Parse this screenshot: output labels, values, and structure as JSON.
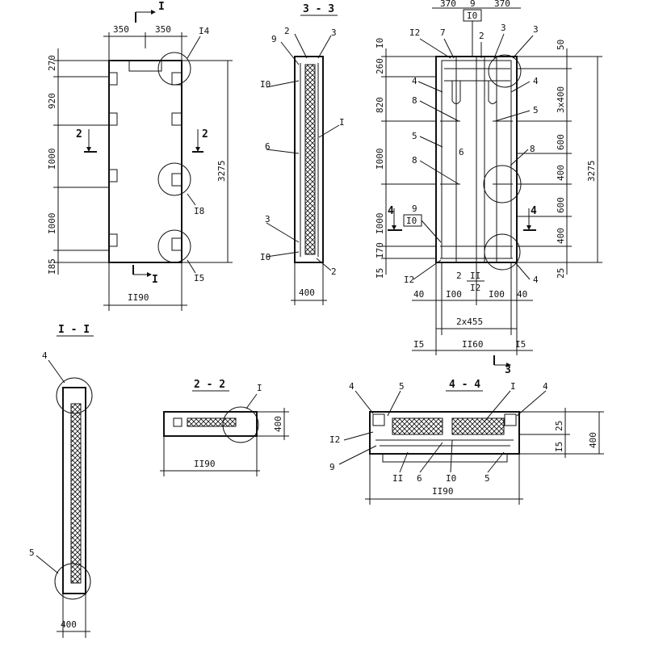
{
  "views": {
    "elevation": {
      "section_mark_top": "I",
      "section_mark_bottom": "I",
      "section_mark_left": "2",
      "section_mark_right": "2",
      "dims_top": [
        "350",
        "350"
      ],
      "callout_top": "I4",
      "callout_mid": "I8",
      "callout_bot": "I5",
      "dims_left": [
        "270",
        "920",
        "I000",
        "I000",
        "I85"
      ],
      "dim_right": "3275",
      "dim_bottom": "II90"
    },
    "section33": {
      "title": "3 - 3",
      "labels": [
        "9",
        "2",
        "3",
        "I0",
        "6",
        "I",
        "3",
        "I0",
        "2"
      ],
      "dim_bottom": "400"
    },
    "reinforcement": {
      "dims_top": [
        "370",
        "9",
        "370"
      ],
      "box_top": "I0",
      "labels_top": [
        "I2",
        "7",
        "2",
        "3",
        "3"
      ],
      "dims_left": [
        "I0",
        "260",
        "820",
        "I000",
        "I000",
        "I70",
        "I5"
      ],
      "labels_left": [
        "4",
        "8",
        "5",
        "8",
        "9",
        "I0",
        "I2"
      ],
      "labels_inner": [
        "6",
        "2",
        "II",
        "I2"
      ],
      "labels_right": [
        "4",
        "5",
        "8",
        "4"
      ],
      "dims_right": [
        "50",
        "3x400",
        "600",
        "400",
        "600",
        "400",
        "25"
      ],
      "dim_right_total": "3275",
      "dims_bottom_row1": [
        "40",
        "I00",
        "I00",
        "40"
      ],
      "dim_bottom_row2": "2x455",
      "dims_bottom_row3": [
        "I5",
        "II60",
        "I5"
      ],
      "section_mark_left": "4",
      "section_mark_right": "4",
      "section_mark_bottom": "3"
    },
    "section11": {
      "title": "I - I",
      "label_top": "4",
      "label_bottom": "5",
      "dim_bottom": "400"
    },
    "section22": {
      "title": "2 - 2",
      "callout": "I",
      "dim_right": "400",
      "dim_bottom": "II90"
    },
    "section44": {
      "title": "4 - 4",
      "labels_top": [
        "4",
        "5",
        "I",
        "4"
      ],
      "labels_left": [
        "I2",
        "9"
      ],
      "labels_bottom": [
        "II",
        "6",
        "I0",
        "5"
      ],
      "dims_right": [
        "25",
        "I5"
      ],
      "dim_right_total": "400",
      "dim_bottom": "II90"
    }
  }
}
